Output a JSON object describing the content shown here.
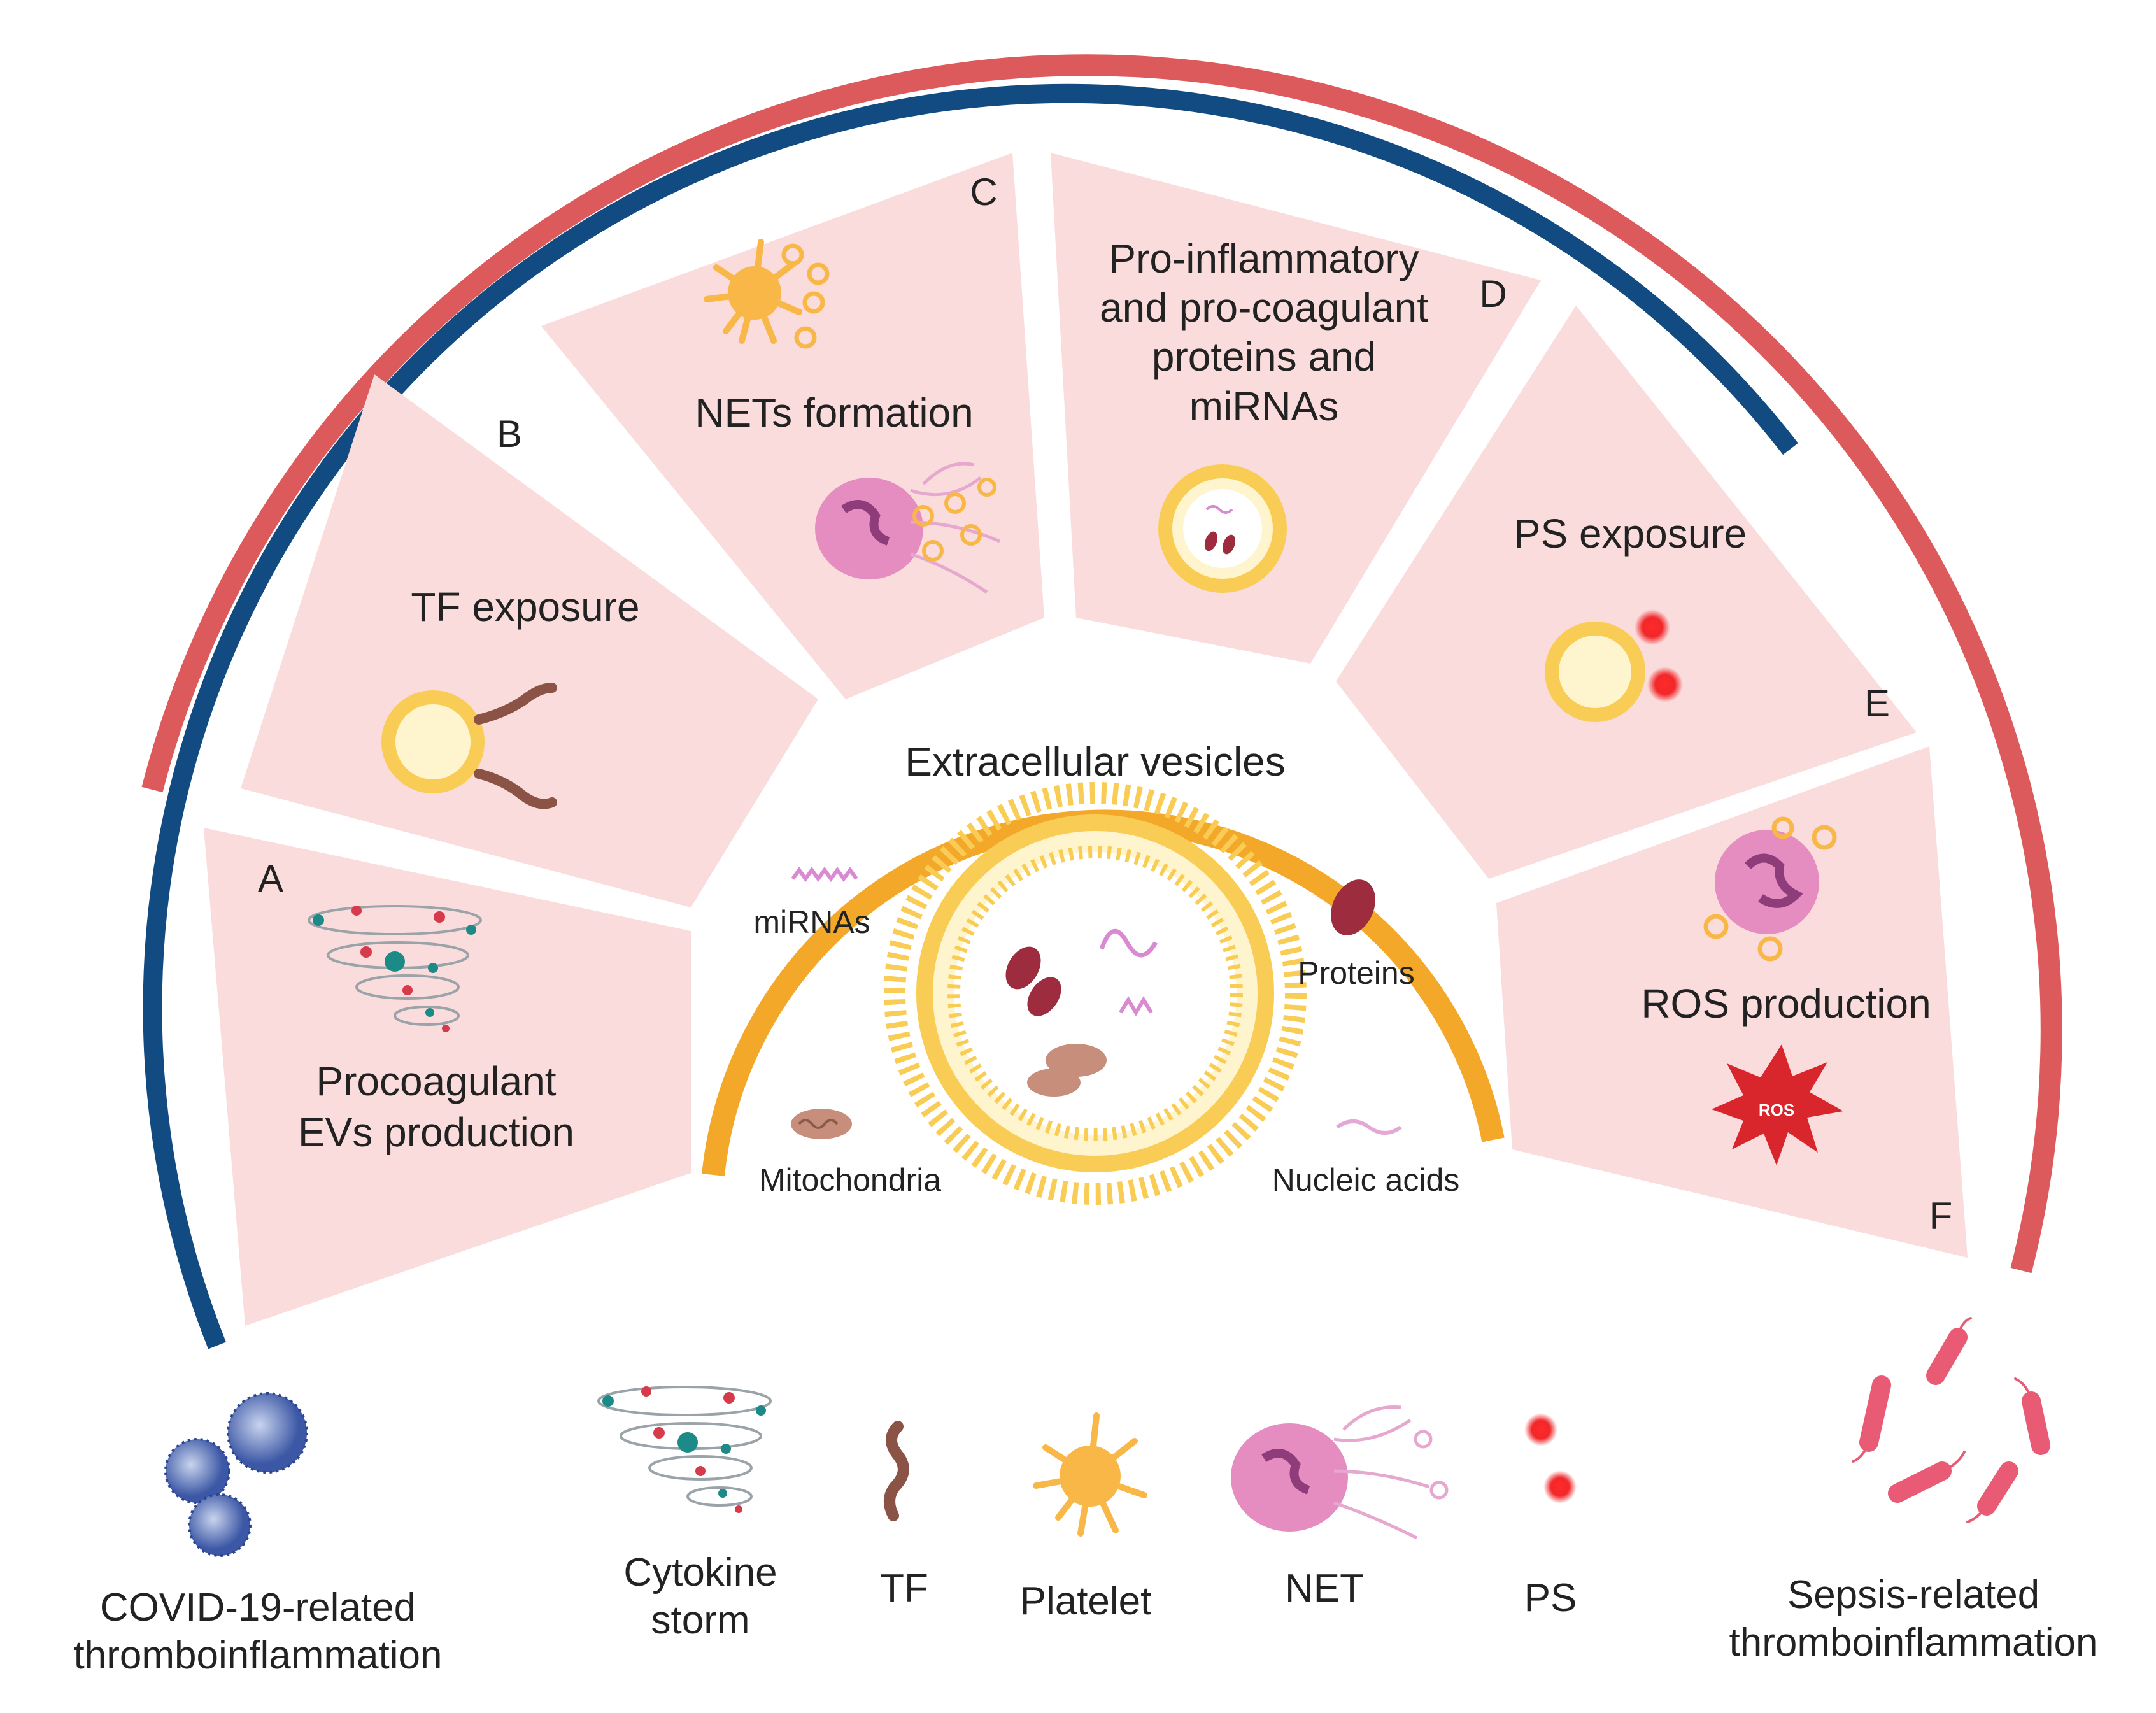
{
  "colors": {
    "outer_arc": "#dc5a5c",
    "inner_arc": "#124a82",
    "segment_fill": "#f9dcdb",
    "ev_arc": "#f4a82a",
    "vesicle_gold": "#f9cd55",
    "vesicle_cream": "#fef5cf",
    "tf_brown": "#8a5346",
    "protein_red": "#9c2c3e",
    "ps_red": "#f1272a",
    "platelet_orange": "#f8b747",
    "net_pink": "#e58cc0",
    "virus_blue": "#3b57a5",
    "bacteria_pink": "#e95b74",
    "ros_red": "#d9262d"
  },
  "center": {
    "title": "Extracellular vesicles",
    "cargo": {
      "mirnas": "miRNAs",
      "proteins": "Proteins",
      "mitochondria": "Mitochondria",
      "nucleic_acids": "Nucleic acids"
    }
  },
  "segments": [
    {
      "id": "A",
      "letter": "A",
      "lines": [
        "Procoagulant",
        "EVs production"
      ]
    },
    {
      "id": "B",
      "letter": "B",
      "lines": [
        "TF exposure"
      ]
    },
    {
      "id": "C",
      "letter": "C",
      "lines": [
        "NETs formation"
      ]
    },
    {
      "id": "D",
      "letter": "D",
      "lines": [
        "Pro-inflammatory",
        "and pro-coagulant",
        "proteins and",
        "miRNAs"
      ]
    },
    {
      "id": "E",
      "letter": "E",
      "lines": [
        "PS exposure"
      ]
    },
    {
      "id": "F",
      "letter": "F",
      "lines": [
        "ROS production"
      ]
    }
  ],
  "ros_badge": "ROS",
  "legend": {
    "covid": [
      "COVID-19-related",
      "thromboinflammation"
    ],
    "cytokine": [
      "Cytokine",
      "storm"
    ],
    "tf": "TF",
    "platelet": "Platelet",
    "net": "NET",
    "ps": "PS",
    "sepsis": [
      "Sepsis-related",
      "thromboinflammation"
    ]
  }
}
